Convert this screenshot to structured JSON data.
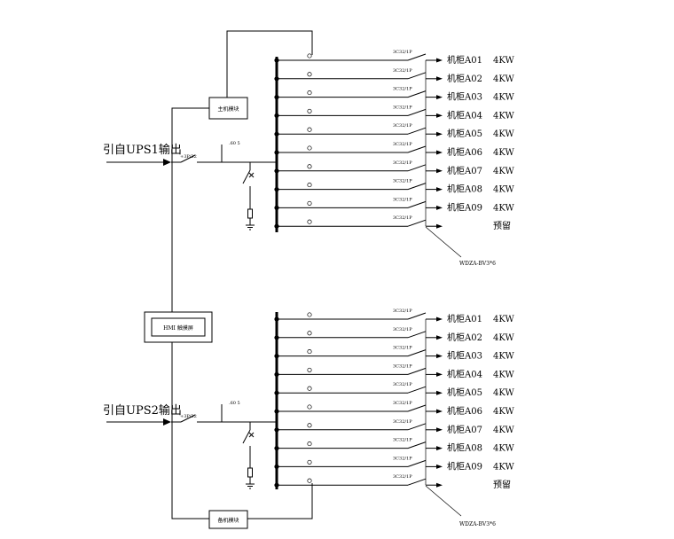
{
  "colors": {
    "line": "#000000",
    "background": "#ffffff"
  },
  "upper": {
    "source_label": "引自UPS1输出",
    "main_breaker_label": "+3P/32",
    "meter_label": ".60 5",
    "module_label": "主机模块",
    "cable_label": "WDZA-BV3*6",
    "branches": [
      {
        "breaker": "3C32/1P",
        "name": "机柜A01",
        "power": "4KW"
      },
      {
        "breaker": "3C32/1P",
        "name": "机柜A02",
        "power": "4KW"
      },
      {
        "breaker": "3C32/1P",
        "name": "机柜A03",
        "power": "4KW"
      },
      {
        "breaker": "3C32/1P",
        "name": "机柜A04",
        "power": "4KW"
      },
      {
        "breaker": "3C32/1P",
        "name": "机柜A05",
        "power": "4KW"
      },
      {
        "breaker": "3C32/1P",
        "name": "机柜A06",
        "power": "4KW"
      },
      {
        "breaker": "3C32/1P",
        "name": "机柜A07",
        "power": "4KW"
      },
      {
        "breaker": "3C32/1P",
        "name": "机柜A08",
        "power": "4KW"
      },
      {
        "breaker": "3C32/1P",
        "name": "机柜A09",
        "power": "4KW"
      },
      {
        "breaker": "3C32/1P",
        "name": "",
        "power": "预留"
      }
    ]
  },
  "lower": {
    "source_label": "引自UPS2输出",
    "main_breaker_label": "+3P/32",
    "meter_label": ".60 5",
    "module_label": "备机模块",
    "cable_label": "WDZA-BV3*6",
    "branches": [
      {
        "breaker": "3C32/1P",
        "name": "机柜A01",
        "power": "4KW"
      },
      {
        "breaker": "3C32/1P",
        "name": "机柜A02",
        "power": "4KW"
      },
      {
        "breaker": "3C32/1P",
        "name": "机柜A03",
        "power": "4KW"
      },
      {
        "breaker": "3C32/1P",
        "name": "机柜A04",
        "power": "4KW"
      },
      {
        "breaker": "3C32/1P",
        "name": "机柜A05",
        "power": "4KW"
      },
      {
        "breaker": "3C32/1P",
        "name": "机柜A06",
        "power": "4KW"
      },
      {
        "breaker": "3C32/1P",
        "name": "机柜A07",
        "power": "4KW"
      },
      {
        "breaker": "3C32/1P",
        "name": "机柜A08",
        "power": "4KW"
      },
      {
        "breaker": "3C32/1P",
        "name": "机柜A09",
        "power": "4KW"
      },
      {
        "breaker": "3C32/1P",
        "name": "",
        "power": "预留"
      }
    ]
  },
  "hmi_label": "HMI 触摸屏"
}
